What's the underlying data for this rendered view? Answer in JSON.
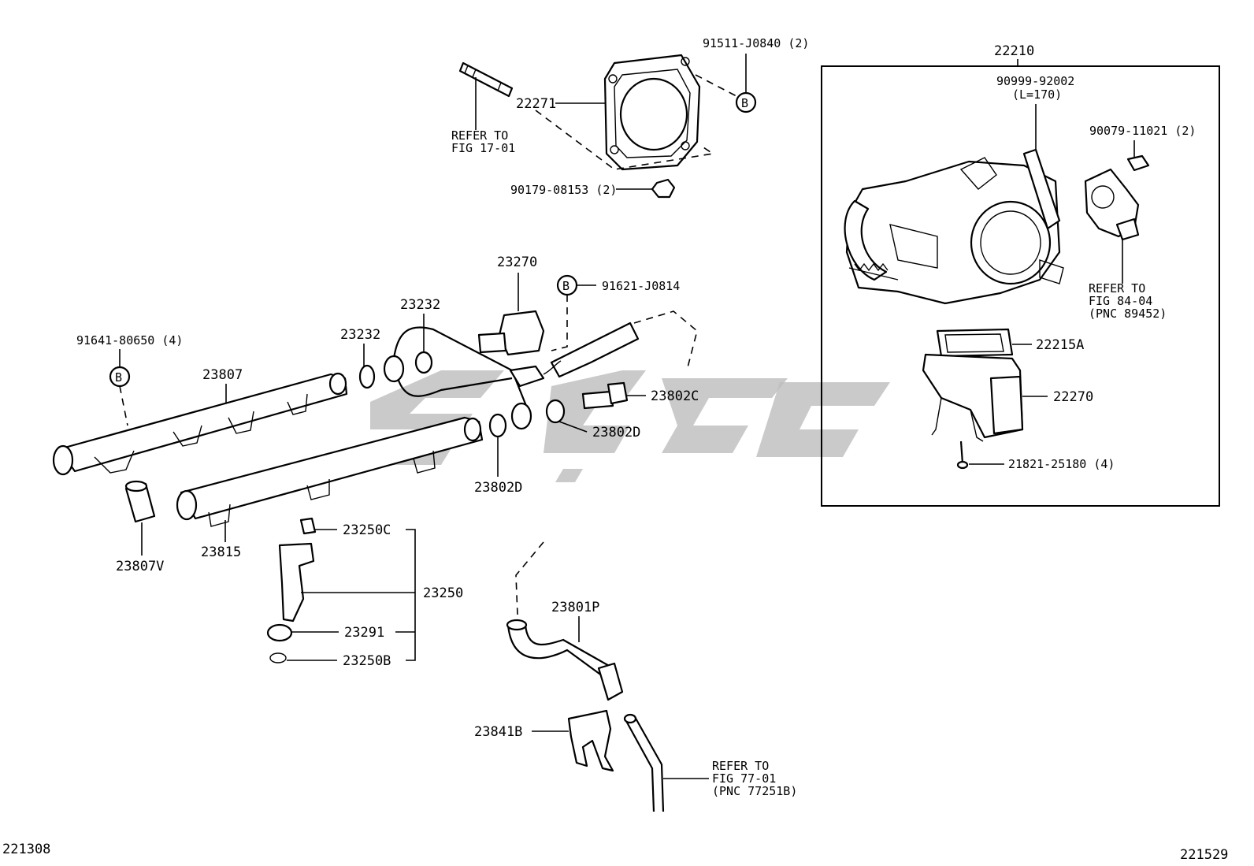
{
  "corner_codes": {
    "left": "221308",
    "right": "221529"
  },
  "references": {
    "fig_17_01": [
      "REFER TO",
      "FIG 17-01"
    ],
    "fig_84_04": [
      "REFER TO",
      "FIG 84-04",
      "(PNC 89452)"
    ],
    "fig_77_01": [
      "REFER TO",
      "FIG 77-01",
      "(PNC 77251B)"
    ]
  },
  "marker": "B",
  "parts": {
    "p91511": "91511-J0840 (2)",
    "p22271": "22271",
    "p90179": "90179-08153 (2)",
    "p22210": "22210",
    "p90999": "90999-92002",
    "p90999_len": "(L=170)",
    "p90079": "90079-11021 (2)",
    "p23270": "23270",
    "p91621": "91621-J0814",
    "p23232a": "23232",
    "p23232b": "23232",
    "p91641": "91641-80650 (4)",
    "p23807": "23807",
    "p23802c": "23802C",
    "p23802d_right": "23802D",
    "p23802d_bottom": "23802D",
    "p22215a": "22215A",
    "p22270": "22270",
    "p21821": "21821-25180 (4)",
    "p23807v": "23807V",
    "p23815": "23815",
    "p23250c": "23250C",
    "p23250": "23250",
    "p23291": "23291",
    "p23250b": "23250B",
    "p23801p": "23801P",
    "p23841b": "23841B"
  }
}
